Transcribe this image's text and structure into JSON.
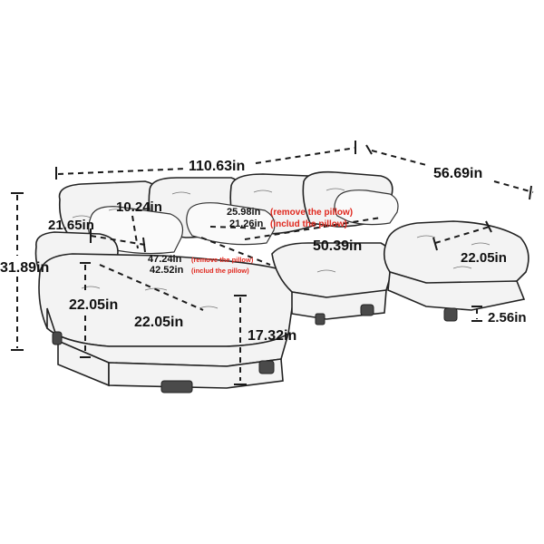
{
  "dimensions": {
    "total_length": "110.63in",
    "chaise_length": "56.69in",
    "total_height": "31.89in",
    "back_cushion_depth": "10.24in",
    "armrest_height": "21.65in",
    "seat_depth_no_pillow": "25.98in",
    "seat_depth_no_pillow_note": "(remove the pillow)",
    "seat_depth_with_pillow": "21.26in",
    "seat_depth_with_pillow_note": "(includ the pillow)",
    "chaise_seat_length": "50.39in",
    "center_depth_no_pillow": "47.24in",
    "center_depth_no_pillow_note": "(remove the pillow)",
    "center_depth_with_pillow": "42.52in",
    "center_depth_with_pillow_note": "(includ the pillow)",
    "chaise_width": "22.05in",
    "ottoman_height": "22.05in",
    "ottoman_width": "22.05in",
    "seat_height": "17.32in",
    "leg_height": "2.56in"
  },
  "colors": {
    "label": "#111111",
    "note": "#e0281e",
    "line": "#1a1a1a"
  }
}
